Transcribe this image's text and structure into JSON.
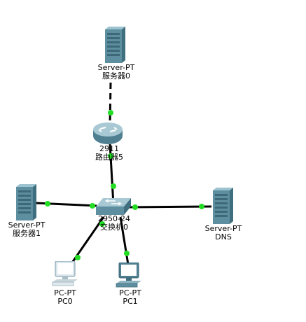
{
  "devices": {
    "server0": {
      "type": "Server-PT",
      "name": "服务器0",
      "icon": "server-icon"
    },
    "router5": {
      "type": "2911",
      "name": "路由器5",
      "icon": "router-icon"
    },
    "switch0": {
      "type": "2950-24",
      "name": "交换机0",
      "icon": "switch-icon"
    },
    "server1": {
      "type": "Server-PT",
      "name": "服务器1",
      "icon": "server-icon"
    },
    "dns": {
      "type": "Server-PT",
      "name": "DNS",
      "icon": "server-icon"
    },
    "pc0": {
      "type": "PC-PT",
      "name": "PC0",
      "icon": "pc-icon"
    },
    "pc1": {
      "type": "PC-PT",
      "name": "PC1",
      "icon": "pc-icon"
    }
  },
  "colors": {
    "link": "#000000",
    "port_up": "#22dd22",
    "device_body": "#5e8fa0"
  }
}
